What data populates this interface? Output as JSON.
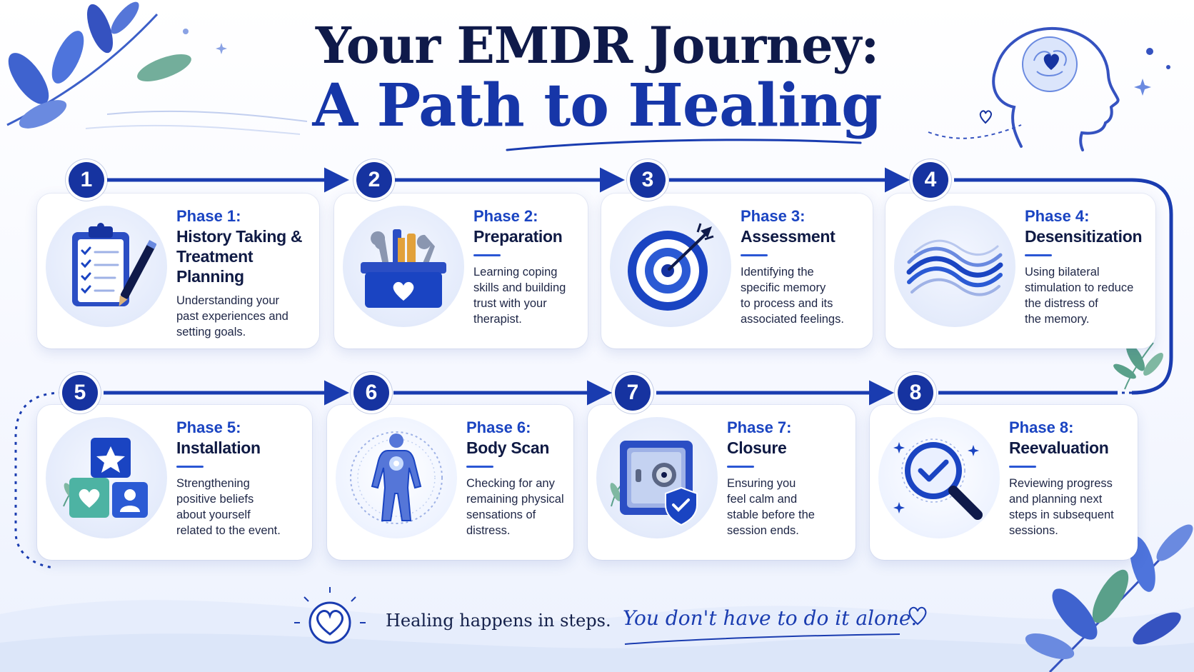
{
  "title": {
    "line1": "Your EMDR Journey:",
    "line2": "A Path to Healing"
  },
  "phases": [
    {
      "number": "1",
      "label": "Phase 1:",
      "name_lines": [
        "History Taking &",
        "Treatment Planning"
      ],
      "description_lines": [
        "Understanding your",
        "past experiences and",
        "setting goals."
      ],
      "icon": "clipboard-checklist-icon"
    },
    {
      "number": "2",
      "label": "Phase 2:",
      "name_lines": [
        "Preparation"
      ],
      "description_lines": [
        "Learning coping",
        "skills and building",
        "trust with your",
        "therapist."
      ],
      "icon": "toolbox-icon"
    },
    {
      "number": "3",
      "label": "Phase 3:",
      "name_lines": [
        "Assessment"
      ],
      "description_lines": [
        "Identifying the",
        "specific memory",
        "to process and its",
        "associated feelings."
      ],
      "icon": "target-arrow-icon"
    },
    {
      "number": "4",
      "label": "Phase 4:",
      "name_lines": [
        "Desensitization"
      ],
      "description_lines": [
        "Using bilateral",
        "stimulation to reduce",
        "the distress of",
        "the memory."
      ],
      "icon": "waves-icon"
    },
    {
      "number": "5",
      "label": "Phase 5:",
      "name_lines": [
        "Installation"
      ],
      "description_lines": [
        "Strengthening",
        "positive beliefs",
        "about yourself",
        "related to the event."
      ],
      "icon": "building-blocks-icon"
    },
    {
      "number": "6",
      "label": "Phase 6:",
      "name_lines": [
        "Body Scan"
      ],
      "description_lines": [
        "Checking for any",
        "remaining physical",
        "sensations of",
        "distress."
      ],
      "icon": "body-scan-icon"
    },
    {
      "number": "7",
      "label": "Phase 7:",
      "name_lines": [
        "Closure"
      ],
      "description_lines": [
        "Ensuring you",
        "feel calm and",
        "stable before the",
        "session ends."
      ],
      "icon": "safe-shield-icon"
    },
    {
      "number": "8",
      "label": "Phase 8:",
      "name_lines": [
        "Reevaluation"
      ],
      "description_lines": [
        "Reviewing progress",
        "and planning next",
        "steps in subsequent",
        "sessions."
      ],
      "icon": "magnifier-check-icon"
    }
  ],
  "footer": {
    "plain": "Healing happens in steps.",
    "script": "You don't have to do it alone."
  },
  "colors": {
    "navy": "#0f1a4a",
    "accent": "#1a44c2",
    "badge": "#1633a0",
    "leaf_blue": "#4a6fd8",
    "leaf_teal": "#5aa08a"
  }
}
